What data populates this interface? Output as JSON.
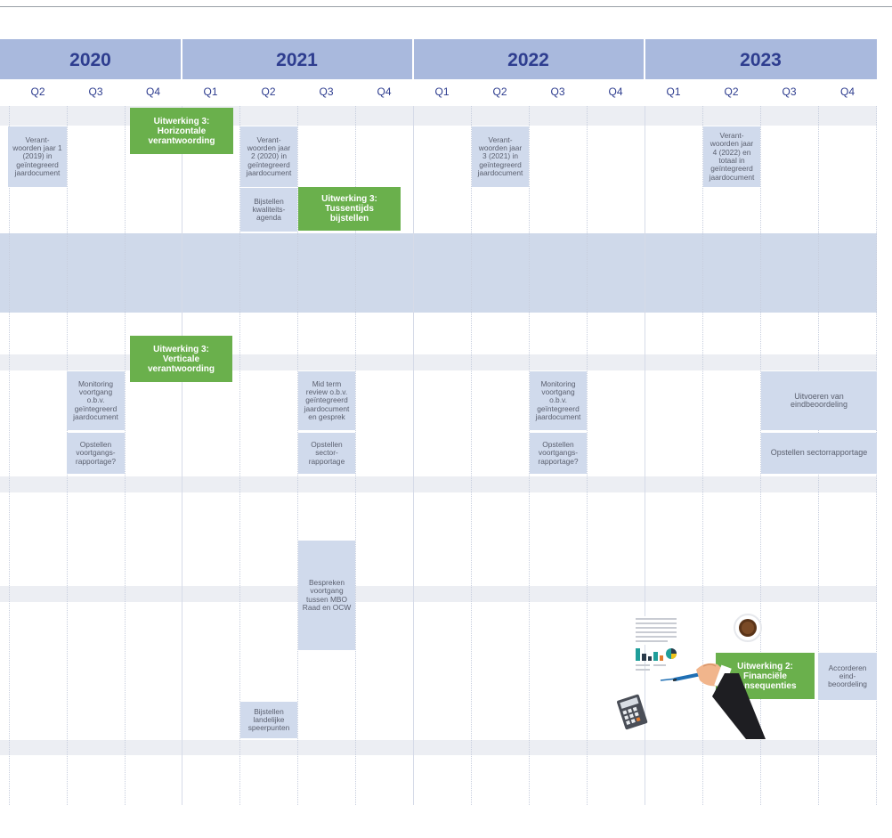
{
  "years": [
    {
      "label": "2020"
    },
    {
      "label": "2021"
    },
    {
      "label": "2022"
    },
    {
      "label": "2023"
    }
  ],
  "quarters": [
    "Q2",
    "Q3",
    "Q4",
    "Q1",
    "Q2",
    "Q3",
    "Q4",
    "Q1",
    "Q2",
    "Q3",
    "Q4",
    "Q1",
    "Q2",
    "Q3",
    "Q4"
  ],
  "activities": {
    "verantwoorden_1": "Verant-\nwoorden jaar 1\n(2019) in\ngeïntegreerd\njaardocument",
    "verantwoorden_2": "Verant-\nwoorden jaar\n2 (2020) in\ngeïntegreerd\njaardocument",
    "verantwoorden_3": "Verant-\nwoorden jaar\n3 (2021) in\ngeïntegreerd\njaardocument",
    "verantwoorden_4": "Verant-\nwoorden jaar\n4 (2022) en\ntotaal in\ngeïntegreerd\njaardocument",
    "bijstellen_agenda": "Bijstellen\nkwaliteits-\nagenda",
    "monitoring_1": "Monitoring\nvoortgang\no.b.v.\ngeïntegreerd\njaardocument",
    "monitoring_2": "Monitoring\nvoortgang\no.b.v.\ngeïntegreerd\njaardocument",
    "midterm": "Mid term\nreview o.b.v.\ngeïntegreerd\njaardocument\nen gesprek",
    "uitvoeren": "Uitvoeren van\neindbeoordeling",
    "opstellen_voortgang_1": "Opstellen\nvoortgangs-\nrapportage?",
    "opstellen_sector": "Opstellen\nsector-\nrapportage",
    "opstellen_voortgang_2": "Opstellen\nvoortgangs-\nrapportage?",
    "opstellen_sector_2": "Opstellen  sectorrapportage",
    "bespreken": "Bespreken\nvoortgang\ntussen MBO\nRaad en OCW",
    "bijstellen_speerpunten": "Bijstellen\nlandelijke\nspeerpunten",
    "accorderen": "Accorderen\neind-\nbeoordeling"
  },
  "highlights": {
    "horizontale": "Uitwerking 3:\nHorizontale\nverantwoording",
    "tussentijds": "Uitwerking 3:\nTussentijds\nbijstellen",
    "verticale": "Uitwerking 3:\nVerticale\nverantwoording",
    "financiele": "Uitwerking 2:\nFinanciële\nconsequenties"
  },
  "colors": {
    "year_band": "#a9b9dd",
    "year_text": "#2e3d8f",
    "activity_box": "#d0daec",
    "highlight_box": "#6ab04c",
    "band": "#eceef3",
    "big_band": "#cfd9ea"
  },
  "illustration": {
    "items": [
      "document-icon",
      "bar-chart-icon",
      "pie-chart-icon",
      "coffee-cup-icon",
      "calculator-icon",
      "hand-with-pen"
    ]
  }
}
